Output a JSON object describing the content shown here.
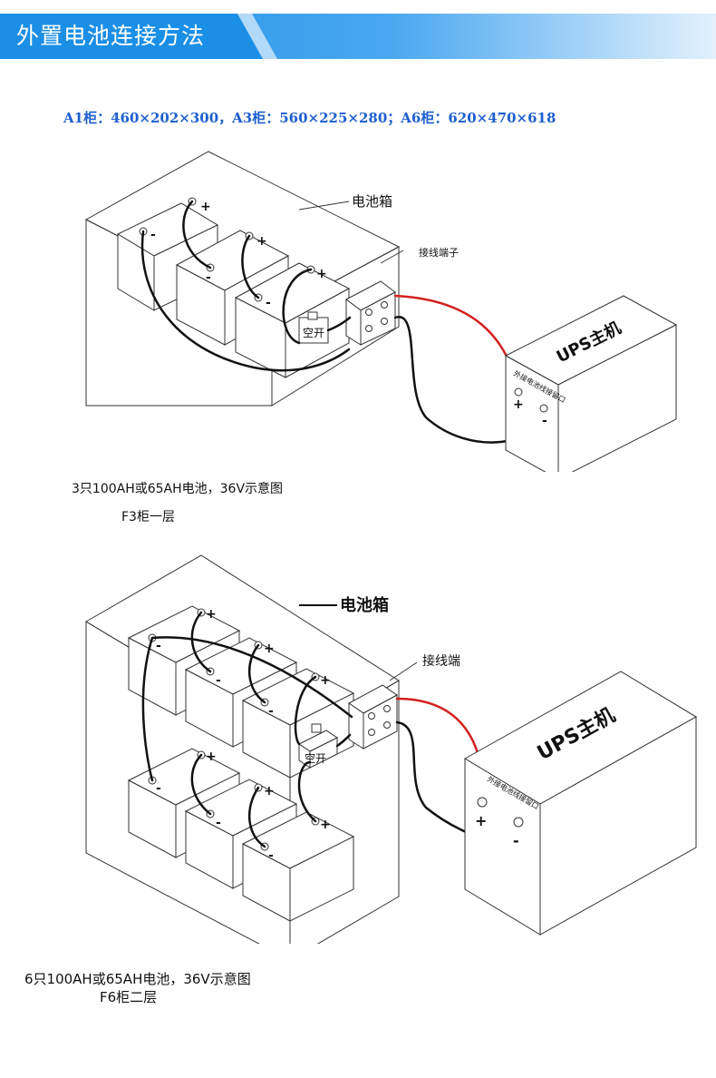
{
  "header": {
    "title": "外置电池连接方法"
  },
  "dimensions": "A1柜：460×202×300，A3柜：560×225×280；A6柜：620×470×618",
  "colors": {
    "header_blue": "#1b8fe6",
    "dims_blue": "#1d5fd0",
    "positive_wire": "#d42020"
  },
  "diagram1": {
    "box_label": "电池箱",
    "terminal_label": "接线端子",
    "breaker_label": "空开",
    "ups_label": "UPS主机",
    "port_label": "外接电池线接留口",
    "plus": "+",
    "minus": "-",
    "caption": "3只100AH或65AH电池，36V示意图",
    "subcaption": "F3柜一层"
  },
  "diagram2": {
    "box_label": "电池箱",
    "terminal_label": "接线端",
    "breaker_label": "空开",
    "ups_label": "UPS主机",
    "port_label": "外接电池线接留口",
    "plus": "+",
    "minus": "-",
    "caption": "6只100AH或65AH电池，36V示意图",
    "subcaption": "F6柜二层"
  }
}
